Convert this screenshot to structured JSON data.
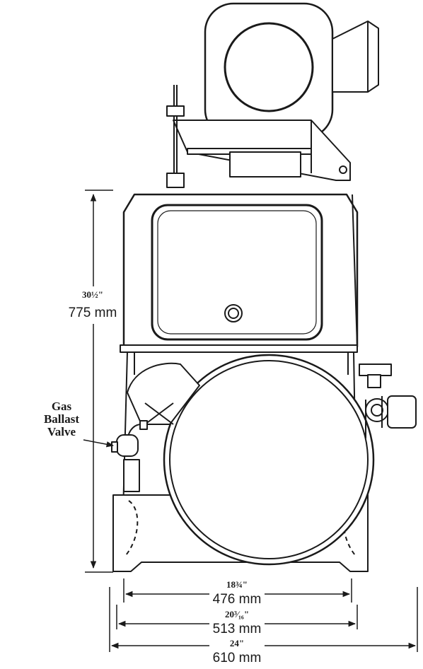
{
  "callout": {
    "line1": "Gas",
    "line2": "Ballast",
    "line3": "Valve"
  },
  "dimensions": {
    "height": {
      "imperial": "30½\"",
      "metric": "775 mm"
    },
    "width_inner": {
      "imperial": "18¾\"",
      "metric": "476 mm"
    },
    "width_mid": {
      "imperial": "20³⁄₁₆\"",
      "metric": "513 mm"
    },
    "width_outer": {
      "imperial": "24\"",
      "metric": "610 mm"
    }
  },
  "colors": {
    "line": "#1a1a1a",
    "background": "#ffffff"
  }
}
